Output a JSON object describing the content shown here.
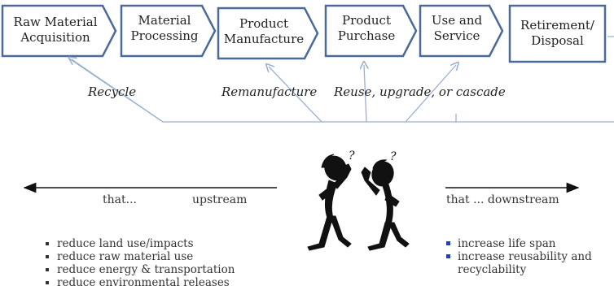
{
  "stages": [
    {
      "label_lines": [
        "Raw Material",
        "Acquisition"
      ]
    },
    {
      "label_lines": [
        "Material",
        "Processing"
      ]
    },
    {
      "label_lines": [
        "Product",
        "Manufacture"
      ]
    },
    {
      "label_lines": [
        "Product",
        "Purchase"
      ]
    },
    {
      "label_lines": [
        "Use and",
        "Service"
      ]
    },
    {
      "label_lines": [
        "Retirement/",
        "Disposal"
      ]
    }
  ],
  "feedback": {
    "recycle": "Recycle",
    "remanufacture": "Remanufacture",
    "reuse": "Reuse, upgrade, or cascade"
  },
  "upstream": {
    "that": "that...",
    "label": "upstream",
    "items": [
      "reduce land use/impacts",
      "reduce raw material use",
      "reduce energy & transportation",
      "reduce environmental releases"
    ]
  },
  "downstream": {
    "label": "that ... downstream",
    "items": [
      "increase life span",
      "increase reusability and",
      "recyclability"
    ]
  },
  "colors": {
    "box_border": "#4a6a9a",
    "box_fill": "#ffffff",
    "feedback_line": "#9bb0cf",
    "bullet_blue": "#1f3fbf"
  },
  "figure_icon": "thinking-stick-figures"
}
